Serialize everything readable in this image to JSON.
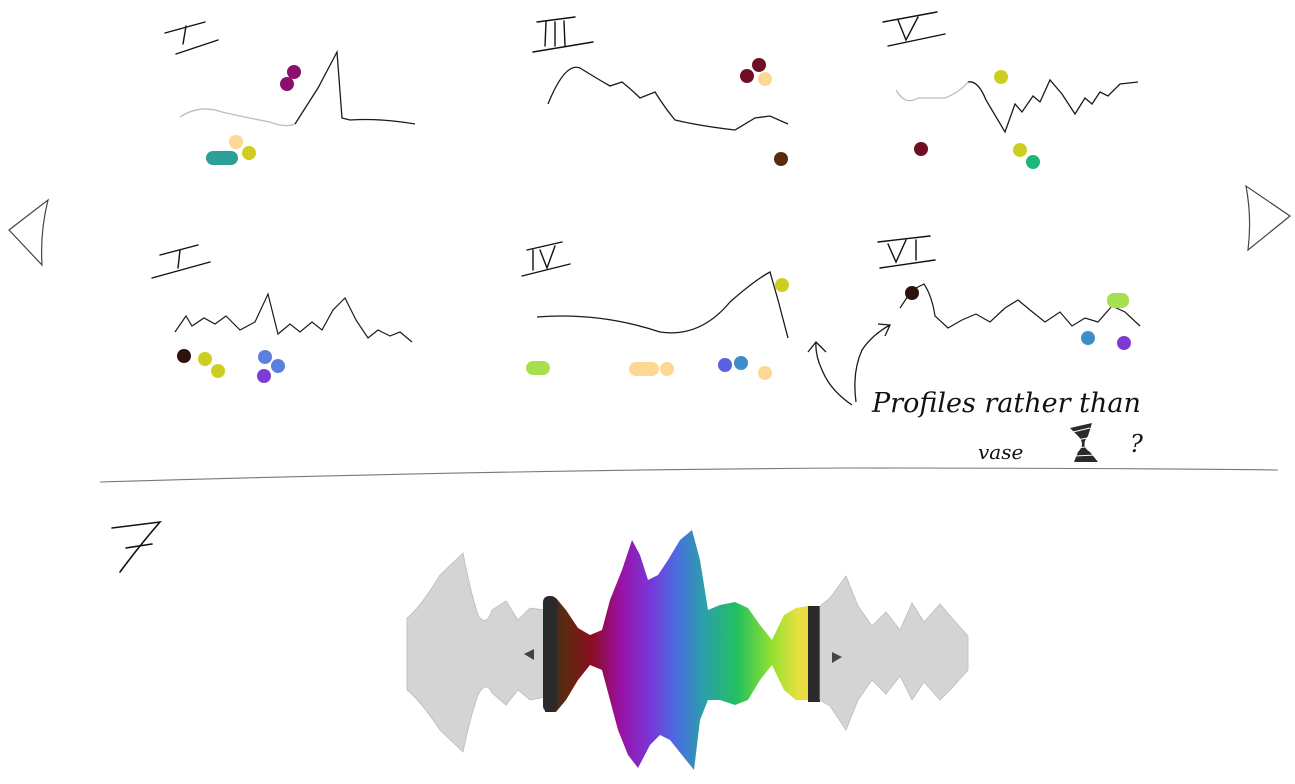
{
  "panels": [
    {
      "id": "I-a",
      "numeral": "I"
    },
    {
      "id": "III",
      "numeral": "III"
    },
    {
      "id": "V",
      "numeral": "V"
    },
    {
      "id": "I-b",
      "numeral": "I"
    },
    {
      "id": "IV",
      "numeral": "IV"
    },
    {
      "id": "VI",
      "numeral": "VI"
    }
  ],
  "note": {
    "line1": "Profiles rather than",
    "line2": "vase",
    "question": "?"
  },
  "bottom_section": {
    "numeral": "7"
  },
  "nav": {
    "prev": "left-arrow-icon",
    "next": "right-arrow-icon"
  },
  "colors": {
    "ink": "#111111",
    "faint_line": "#b5b5b5",
    "vase_grey": "#d4d4d4",
    "handle": "#2a2a2a",
    "purple_dot": "#8b0f6e",
    "maroon_dot": "#6e0f24",
    "cream_dot": "#fcd893",
    "yellow_dot": "#cdcd22",
    "teal_dot": "#2aa098",
    "brown_dot": "#5a2b0f",
    "green_dot": "#1fb778",
    "dark_dot": "#2d130b",
    "blue_dot": "#5b80df",
    "violet_dot": "#7e3bd4",
    "lime_dot": "#a6e04e",
    "indigo_dot": "#5a60e0",
    "cyan_dot": "#3b8ec9"
  }
}
